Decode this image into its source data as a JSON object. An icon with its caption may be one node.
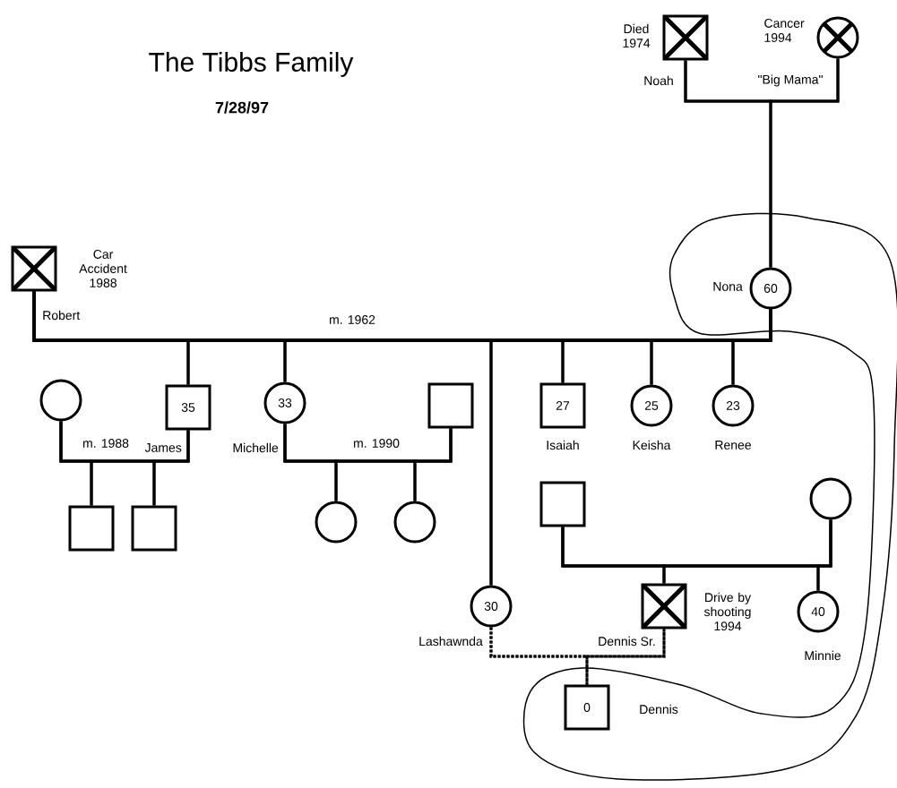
{
  "diagram": {
    "title": "The Tibbs Family",
    "nodes": [
      {
        "text": [
          "Noah"
        ],
        "beside": [
          "Died 1974"
        ]
      },
      {
        "text": [
          "\"Big Mama\""
        ],
        "beside": [
          "Cancer 1994"
        ]
      },
      {
        "text": [
          "Robert"
        ],
        "beside": [
          "Car Accident 1988"
        ]
      },
      {
        "text": [
          "Nona",
          "60"
        ]
      },
      {
        "text": [],
        "shape": "circle"
      },
      {
        "text": [
          "35",
          "James"
        ]
      },
      {
        "text": [
          "33",
          "Michelle"
        ]
      },
      {
        "text": [],
        "shape": "box"
      },
      {
        "text": [
          "27",
          "Isaiah"
        ]
      },
      {
        "text": [
          "25",
          "Keisha"
        ]
      },
      {
        "text": [
          "23",
          "Renee"
        ]
      },
      {
        "text": [],
        "shape": "box"
      },
      {
        "text": [],
        "shape": "box"
      },
      {
        "text": [],
        "shape": "circle"
      },
      {
        "text": [],
        "shape": "circle"
      },
      {
        "text": [],
        "shape": "box"
      },
      {
        "text": [],
        "shape": "circle"
      },
      {
        "text": [
          "30",
          "Lashawnda"
        ]
      },
      {
        "text": [
          "Dennis Sr."
        ],
        "beside": [
          "Drive by shooting 1994"
        ]
      },
      {
        "text": [
          "40",
          "Minnie"
        ]
      },
      {
        "text": [
          "0",
          "Dennis"
        ]
      }
    ],
    "edges": [
      {
        "from": 0,
        "to": 1,
        "arrow": "none"
      },
      {
        "from": 0,
        "to": 3,
        "arrow": "none"
      },
      {
        "from": 1,
        "to": 3,
        "arrow": "none"
      },
      {
        "from": 2,
        "to": 3,
        "arrow": "none",
        "label": "m. 1962"
      },
      {
        "from": 2,
        "to": 5,
        "arrow": "none"
      },
      {
        "from": 3,
        "to": 5,
        "arrow": "none"
      },
      {
        "from": 2,
        "to": 6,
        "arrow": "none"
      },
      {
        "from": 3,
        "to": 6,
        "arrow": "none"
      },
      {
        "from": 2,
        "to": 8,
        "arrow": "none"
      },
      {
        "from": 3,
        "to": 8,
        "arrow": "none"
      },
      {
        "from": 2,
        "to": 9,
        "arrow": "none"
      },
      {
        "from": 3,
        "to": 9,
        "arrow": "none"
      },
      {
        "from": 2,
        "to": 10,
        "arrow": "none"
      },
      {
        "from": 3,
        "to": 10,
        "arrow": "none"
      },
      {
        "from": 2,
        "to": 17,
        "arrow": "none"
      },
      {
        "from": 3,
        "to": 17,
        "arrow": "none"
      },
      {
        "from": 4,
        "to": 5,
        "arrow": "none",
        "label": "m. 1988"
      },
      {
        "from": 4,
        "to": 11,
        "arrow": "none"
      },
      {
        "from": 5,
        "to": 11,
        "arrow": "none"
      },
      {
        "from": 4,
        "to": 12,
        "arrow": "none"
      },
      {
        "from": 5,
        "to": 12,
        "arrow": "none"
      },
      {
        "from": 6,
        "to": 7,
        "arrow": "none",
        "label": "m. 1990"
      },
      {
        "from": 6,
        "to": 13,
        "arrow": "none"
      },
      {
        "from": 7,
        "to": 13,
        "arrow": "none"
      },
      {
        "from": 6,
        "to": 14,
        "arrow": "none"
      },
      {
        "from": 7,
        "to": 14,
        "arrow": "none"
      },
      {
        "from": 15,
        "to": 16,
        "arrow": "none"
      },
      {
        "from": 15,
        "to": 18,
        "arrow": "none"
      },
      {
        "from": 16,
        "to": 18,
        "arrow": "none"
      },
      {
        "from": 15,
        "to": 19,
        "arrow": "none"
      },
      {
        "from": 16,
        "to": 19,
        "arrow": "none"
      },
      {
        "from": 17,
        "to": 18,
        "arrow": "none",
        "style": "dashed"
      },
      {
        "from": 17,
        "to": 20,
        "arrow": "none",
        "style": "dashed"
      },
      {
        "from": 18,
        "to": 20,
        "arrow": "none",
        "style": "dashed"
      }
    ],
    "labels": [
      "7/28/97"
    ]
  }
}
